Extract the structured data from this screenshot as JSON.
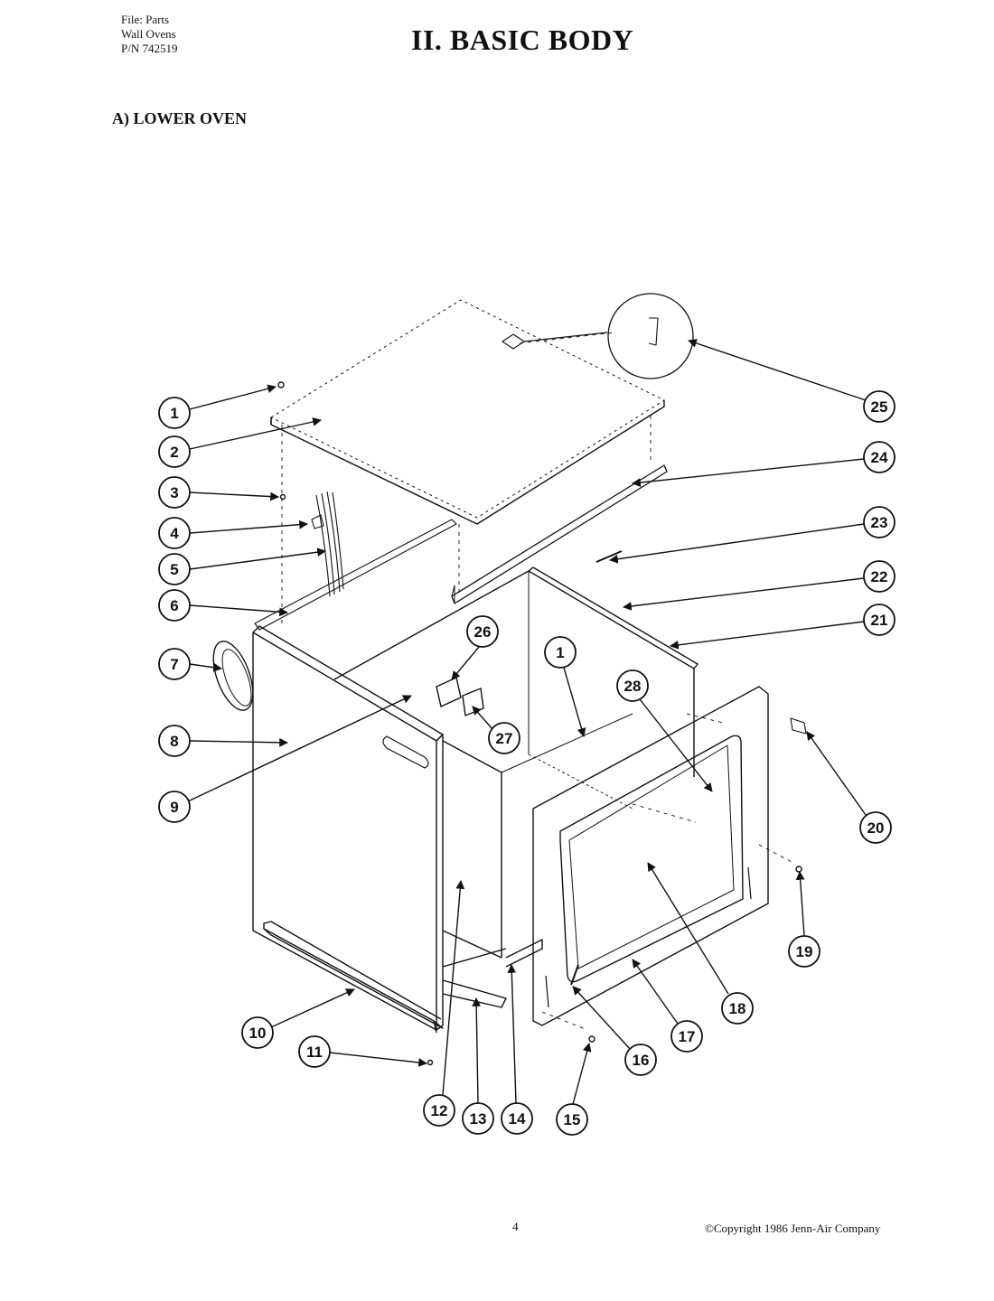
{
  "header": {
    "file_line": "File: Parts",
    "product_line": "Wall Ovens",
    "part_number_line": "P/N 742519"
  },
  "title": "II. BASIC BODY",
  "section_heading": "A) LOWER OVEN",
  "callouts": [
    {
      "id": "1"
    },
    {
      "id": "2"
    },
    {
      "id": "3"
    },
    {
      "id": "4"
    },
    {
      "id": "5"
    },
    {
      "id": "6"
    },
    {
      "id": "7"
    },
    {
      "id": "8"
    },
    {
      "id": "9"
    },
    {
      "id": "10"
    },
    {
      "id": "11"
    },
    {
      "id": "12"
    },
    {
      "id": "13"
    },
    {
      "id": "14"
    },
    {
      "id": "15"
    },
    {
      "id": "16"
    },
    {
      "id": "17"
    },
    {
      "id": "18"
    },
    {
      "id": "19"
    },
    {
      "id": "20"
    },
    {
      "id": "21"
    },
    {
      "id": "22"
    },
    {
      "id": "23"
    },
    {
      "id": "24"
    },
    {
      "id": "25"
    },
    {
      "id": "26"
    },
    {
      "id": "27"
    },
    {
      "id": "28"
    },
    {
      "id": "1"
    }
  ],
  "footer": {
    "page_number": "4",
    "copyright": "©Copyright 1986 Jenn-Air Company"
  }
}
